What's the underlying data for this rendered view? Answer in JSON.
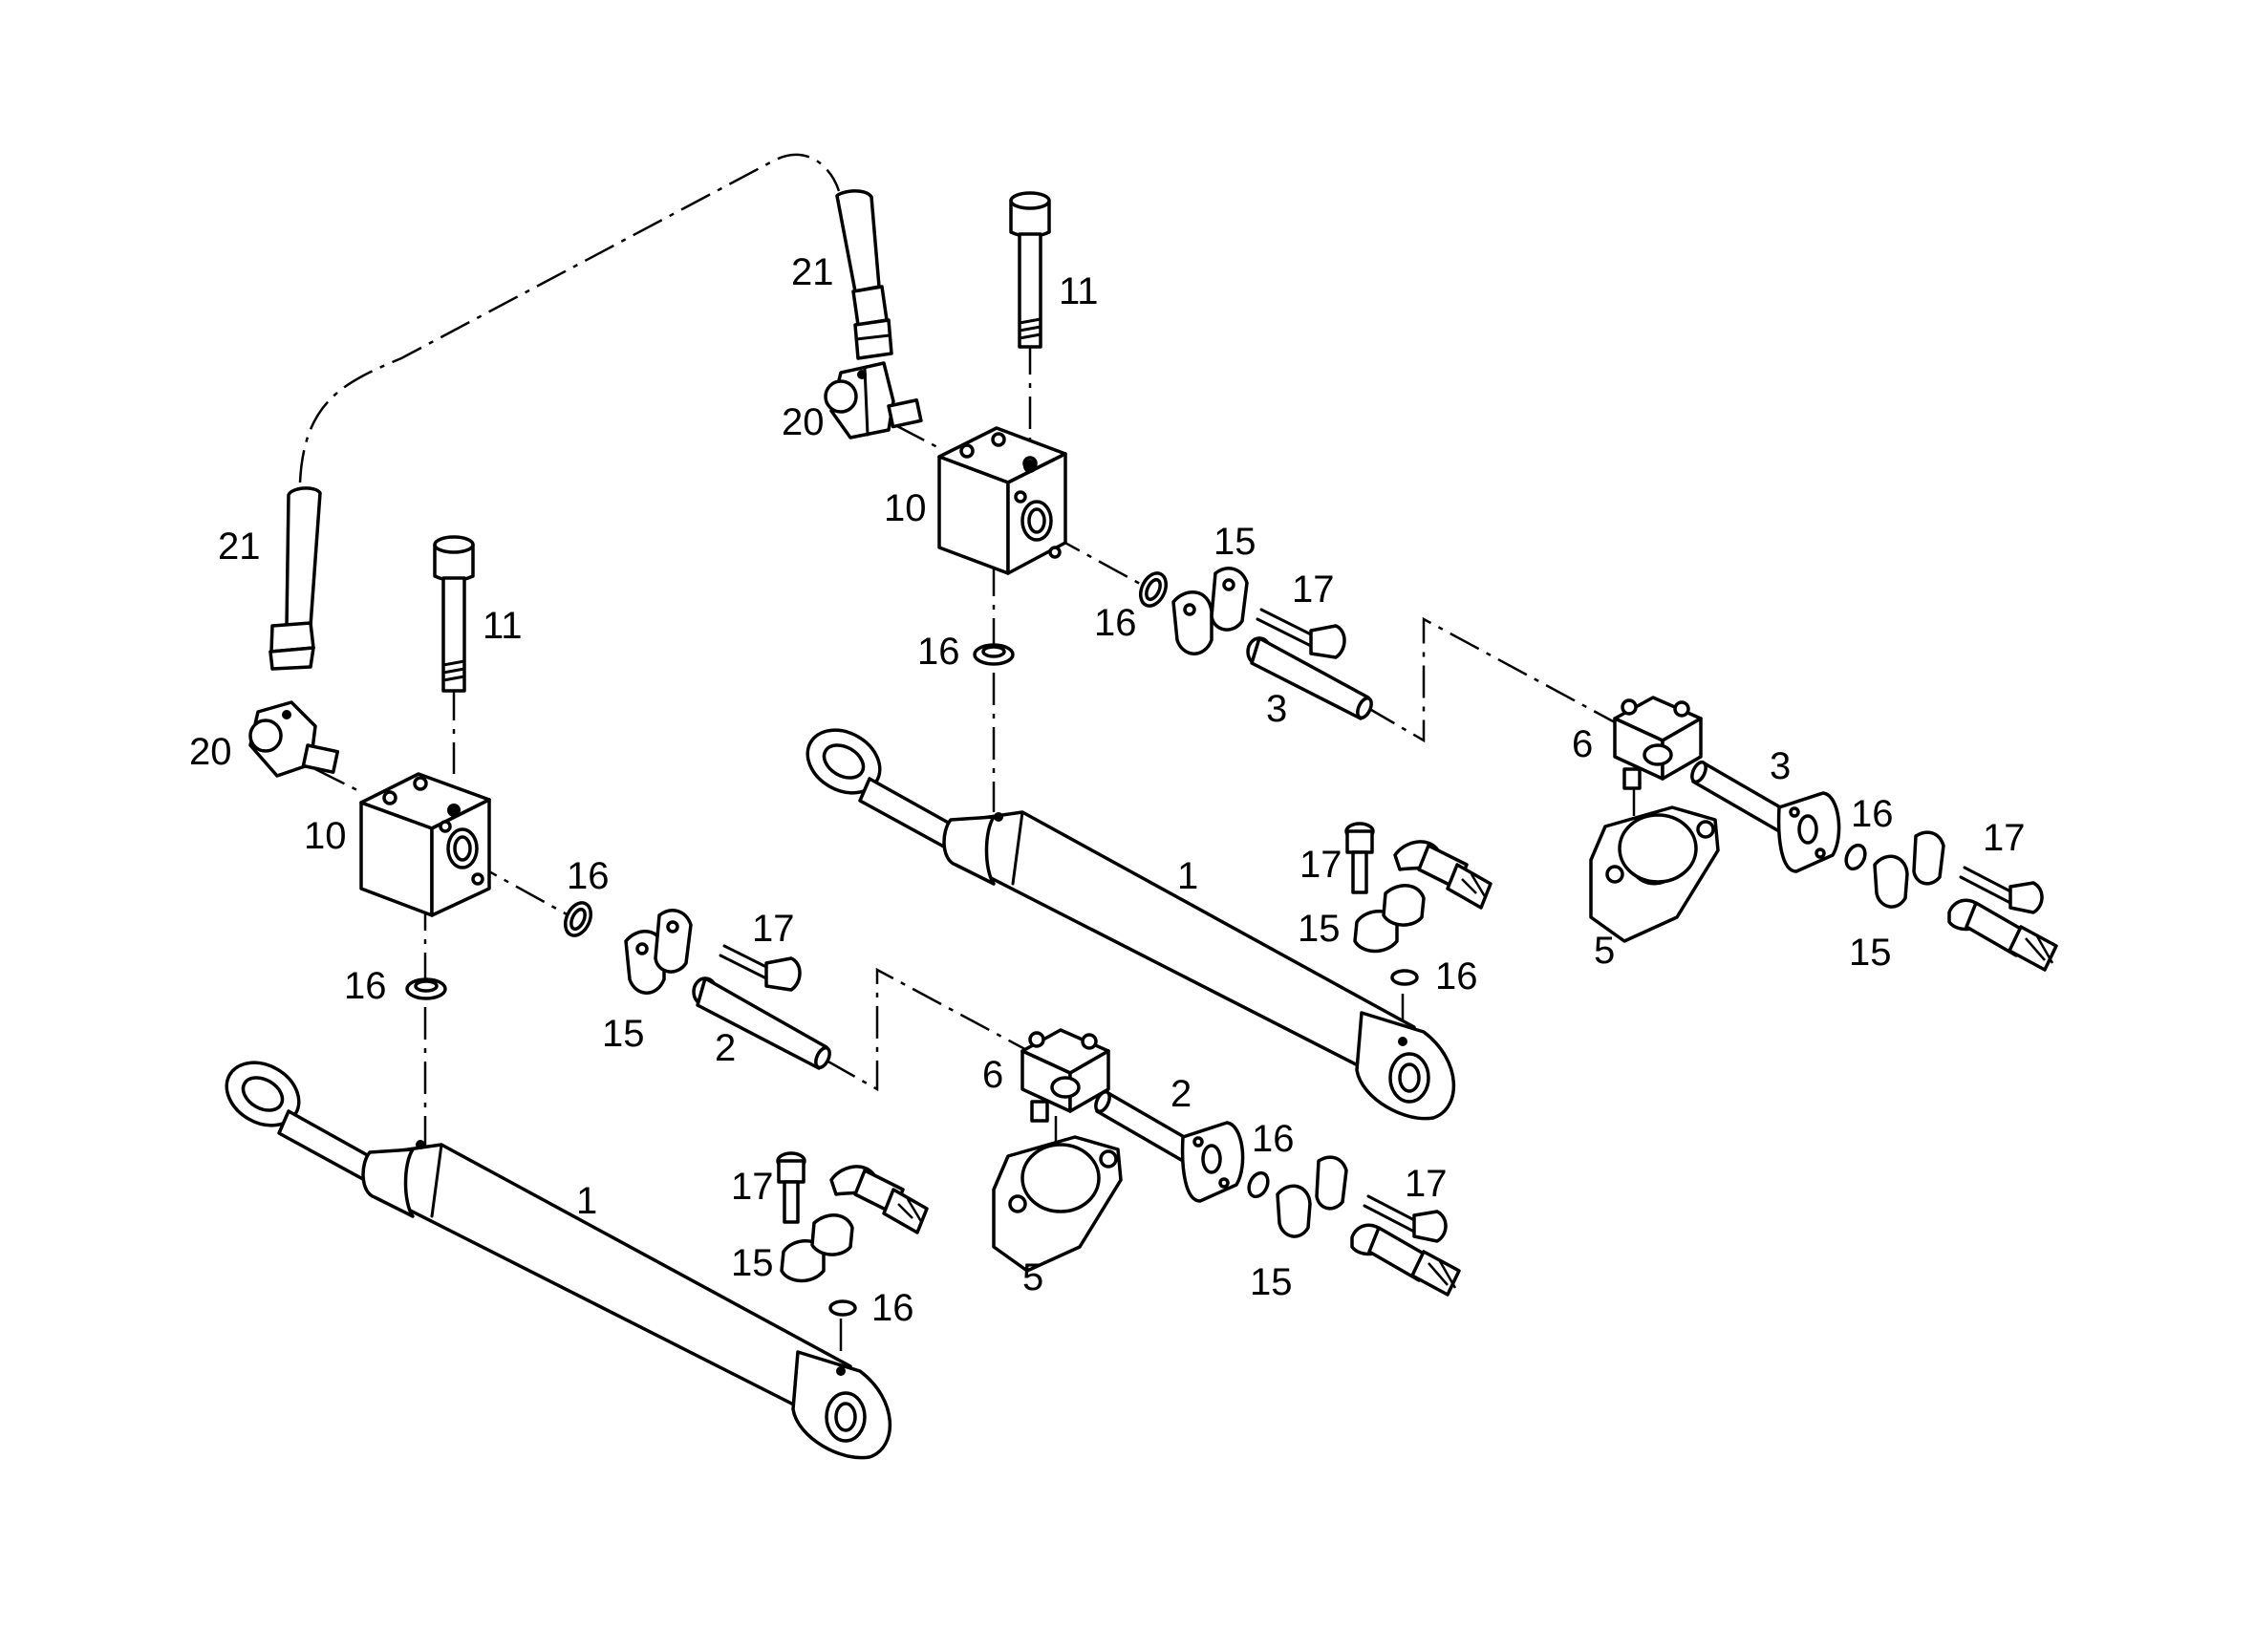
{
  "diagram": {
    "labels": {
      "hose_upper": "21",
      "hose_lower": "21",
      "elbow_upper": "20",
      "elbow_lower": "20",
      "block_upper": "10",
      "block_lower": "10",
      "bolt_upper": "11",
      "bolt_lower": "11",
      "cyl_upper": "1",
      "cyl_lower": "1",
      "pin_upper": "3",
      "pin_upper_b": "3",
      "pin_lower": "2",
      "pin_lower_b": "2",
      "clamp_upper": "6",
      "clamp_lower": "6",
      "bracket_upper": "5",
      "bracket_lower": "5",
      "oring_a": "16",
      "oring_b": "16",
      "oring_c": "16",
      "oring_d": "16",
      "oring_e": "16",
      "oring_f": "16",
      "oring_g": "16",
      "oring_h": "16",
      "flange_a": "15",
      "flange_b": "15",
      "flange_c": "15",
      "flange_d": "15",
      "flange_e": "15",
      "flange_f": "15",
      "screw_a": "17",
      "screw_b": "17",
      "screw_c": "17",
      "screw_d": "17",
      "screw_e": "17",
      "screw_f": "17"
    }
  }
}
